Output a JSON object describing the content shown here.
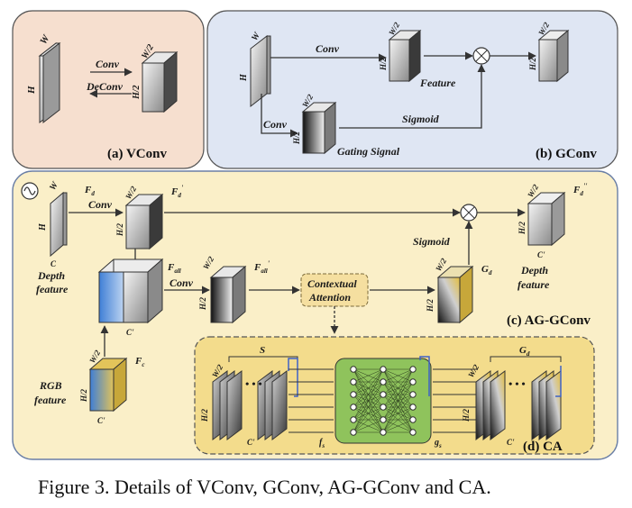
{
  "caption": "Figure 3. Details of VConv, GConv, AG-GConv and CA.",
  "colors": {
    "vconv_bg": "#f6dfcf",
    "gconv_bg": "#dfe6f3",
    "ag_bg": "#faefc8",
    "ca_bg": "#f3dc8c",
    "net_bg": "#8fc35c",
    "rgb_blue": "#3f7fd6",
    "gating_gold": "#d8b63e"
  },
  "vconv": {
    "title": "(a) VConv",
    "w": "W",
    "h": "H",
    "w2": "W/2",
    "h2": "H/2",
    "conv": "Conv",
    "deconv": "DeConv"
  },
  "gconv": {
    "title": "(b) GConv",
    "w": "W",
    "h": "H",
    "w2a": "W/2",
    "h2a": "H/2",
    "w2b": "W/2",
    "h2b": "H/2",
    "w2c": "W/2",
    "h2c": "H/2",
    "conv_top": "Conv",
    "conv_bottom": "Conv",
    "feature": "Feature",
    "sigmoid": "Sigmoid",
    "gating": "Gating Signal"
  },
  "ag": {
    "title": "(c) AG-GConv",
    "w": "W",
    "h": "H",
    "c": "C",
    "fd": "F",
    "fd_sub": "d",
    "fd1": "F",
    "fd1_sub": "d",
    "fd2": "F",
    "fd2_sub": "d",
    "fall": "F",
    "fall_sub": "all",
    "fall1": "F",
    "fall1_sub": "all",
    "fc": "F",
    "fc_sub": "c",
    "gd": "G",
    "gd_sub": "d",
    "conv1": "Conv",
    "conv2": "Conv",
    "w2a": "W/2",
    "h2a": "H/2",
    "w2b": "W/2",
    "h2b": "H/2",
    "w2c": "W/2",
    "h2c": "H/2",
    "w2d": "W/2",
    "h2d": "H/2",
    "w2e": "W/2",
    "h2e": "H/2",
    "cprime1": "C'",
    "cprime2": "C'",
    "cprime3": "C'",
    "depth_in": [
      "Depth",
      "feature"
    ],
    "depth_out": [
      "Depth",
      "feature"
    ],
    "rgb": [
      "RGB",
      "feature"
    ],
    "contextual": [
      "Contextual",
      "Attention"
    ],
    "sigmoid": "Sigmoid"
  },
  "ca": {
    "title": "(d) CA",
    "s": "S",
    "gd": "G",
    "gd_sub": "d",
    "fs": "f",
    "fs_sub": "s",
    "gs": "g",
    "gs_sub": "s",
    "w2a": "W/2",
    "h2a": "H/2",
    "w2b": "W/2",
    "h2b": "H/2",
    "cprime1": "C'",
    "cprime2": "C'",
    "dots1": "• • •",
    "dots2": "• • •"
  }
}
